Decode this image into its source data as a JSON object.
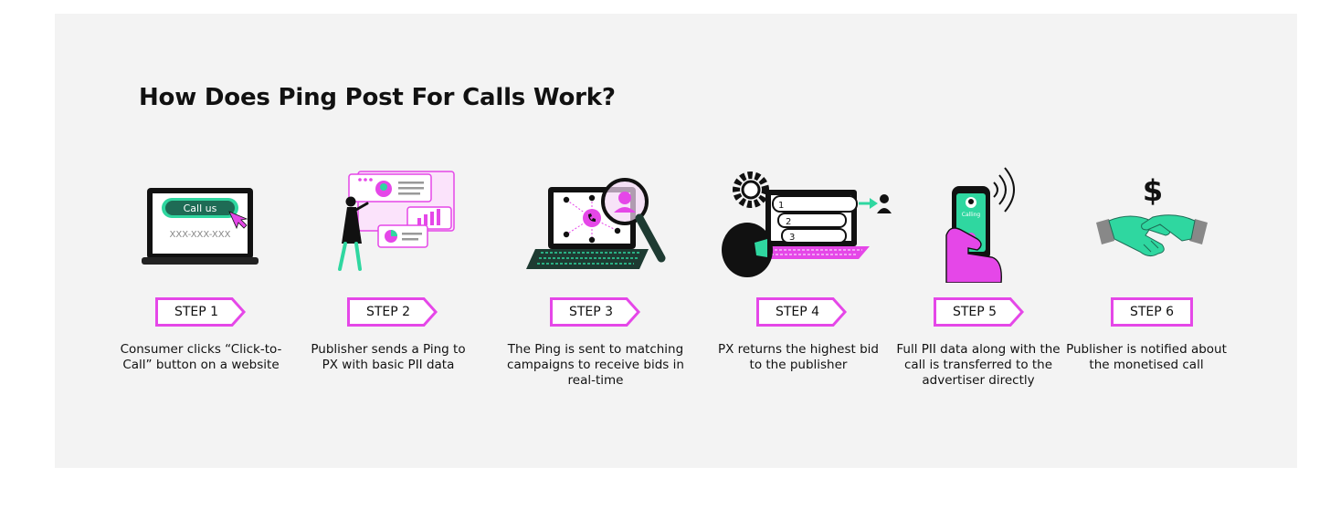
{
  "title": "How Does Ping Post For Calls Work?",
  "colors": {
    "pink": "#e547e8",
    "green": "#2fd7a0",
    "teal": "#1e6b55",
    "dark": "#222222",
    "background": "#f3f3f3"
  },
  "steps": [
    {
      "label": "STEP 1",
      "description": "Consumer clicks “Click-to-Call” button on a website",
      "icon": "laptop-call-us-icon",
      "button_text": "Call us",
      "phone_text": "XXX-XXX-XXX"
    },
    {
      "label": "STEP 2",
      "description": "Publisher sends a Ping to PX with basic PII data",
      "icon": "publisher-dashboard-icon"
    },
    {
      "label": "STEP 3",
      "description": "The Ping is sent to matching campaigns to receive bids in real-time",
      "icon": "laptop-magnifier-icon"
    },
    {
      "label": "STEP 4",
      "description": "PX returns the highest bid to the publisher",
      "icon": "ranked-bids-icon",
      "ranks": [
        "1",
        "2",
        "3"
      ]
    },
    {
      "label": "STEP 5",
      "description": "Full PII data along with the call is transferred to the advertiser directly",
      "icon": "phone-calling-icon",
      "phone_text": "Calling"
    },
    {
      "label": "STEP 6",
      "description": "Publisher is notified about the monetised call",
      "icon": "handshake-dollar-icon",
      "symbol": "$"
    }
  ]
}
